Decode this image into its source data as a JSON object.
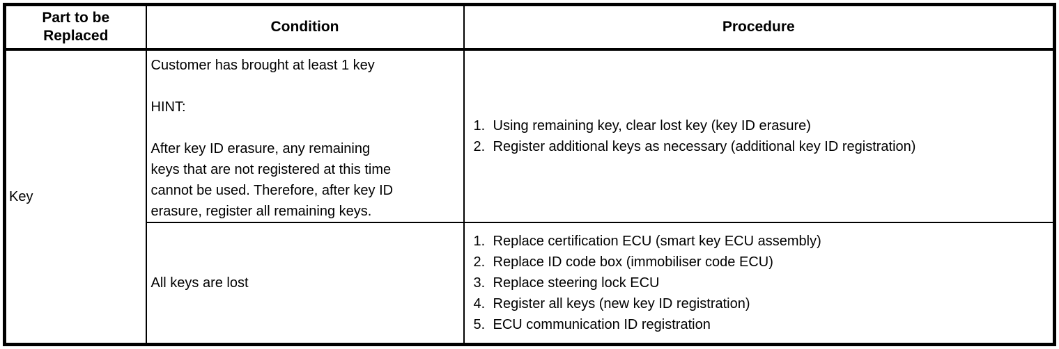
{
  "colors": {
    "border": "#000000",
    "background": "#ffffff",
    "text": "#000000"
  },
  "table": {
    "headers": [
      {
        "label": "Part to be\nReplaced"
      },
      {
        "label": "Condition"
      },
      {
        "label": "Procedure"
      }
    ],
    "rows": [
      {
        "part": "Key",
        "condition": {
          "line1": "Customer has brought at least 1 key",
          "hint_label": "HINT:",
          "hint_text": "After key ID erasure, any remaining\nkeys that are not registered at this time\ncannot be used. Therefore, after key ID\nerasure, register all remaining keys."
        },
        "procedure": [
          {
            "num": "1.",
            "text": "Using remaining key, clear lost key (key ID erasure)"
          },
          {
            "num": "2.",
            "text": "Register additional keys as necessary (additional key ID registration)"
          }
        ]
      },
      {
        "condition": "All keys are lost",
        "procedure": [
          {
            "num": "1.",
            "text": "Replace certification ECU (smart key ECU assembly)"
          },
          {
            "num": "2.",
            "text": "Replace ID code box (immobiliser code ECU)"
          },
          {
            "num": "3.",
            "text": "Replace steering lock ECU"
          },
          {
            "num": "4.",
            "text": "Register all keys (new key ID registration)"
          },
          {
            "num": "5.",
            "text": "ECU communication ID registration"
          }
        ]
      }
    ]
  }
}
